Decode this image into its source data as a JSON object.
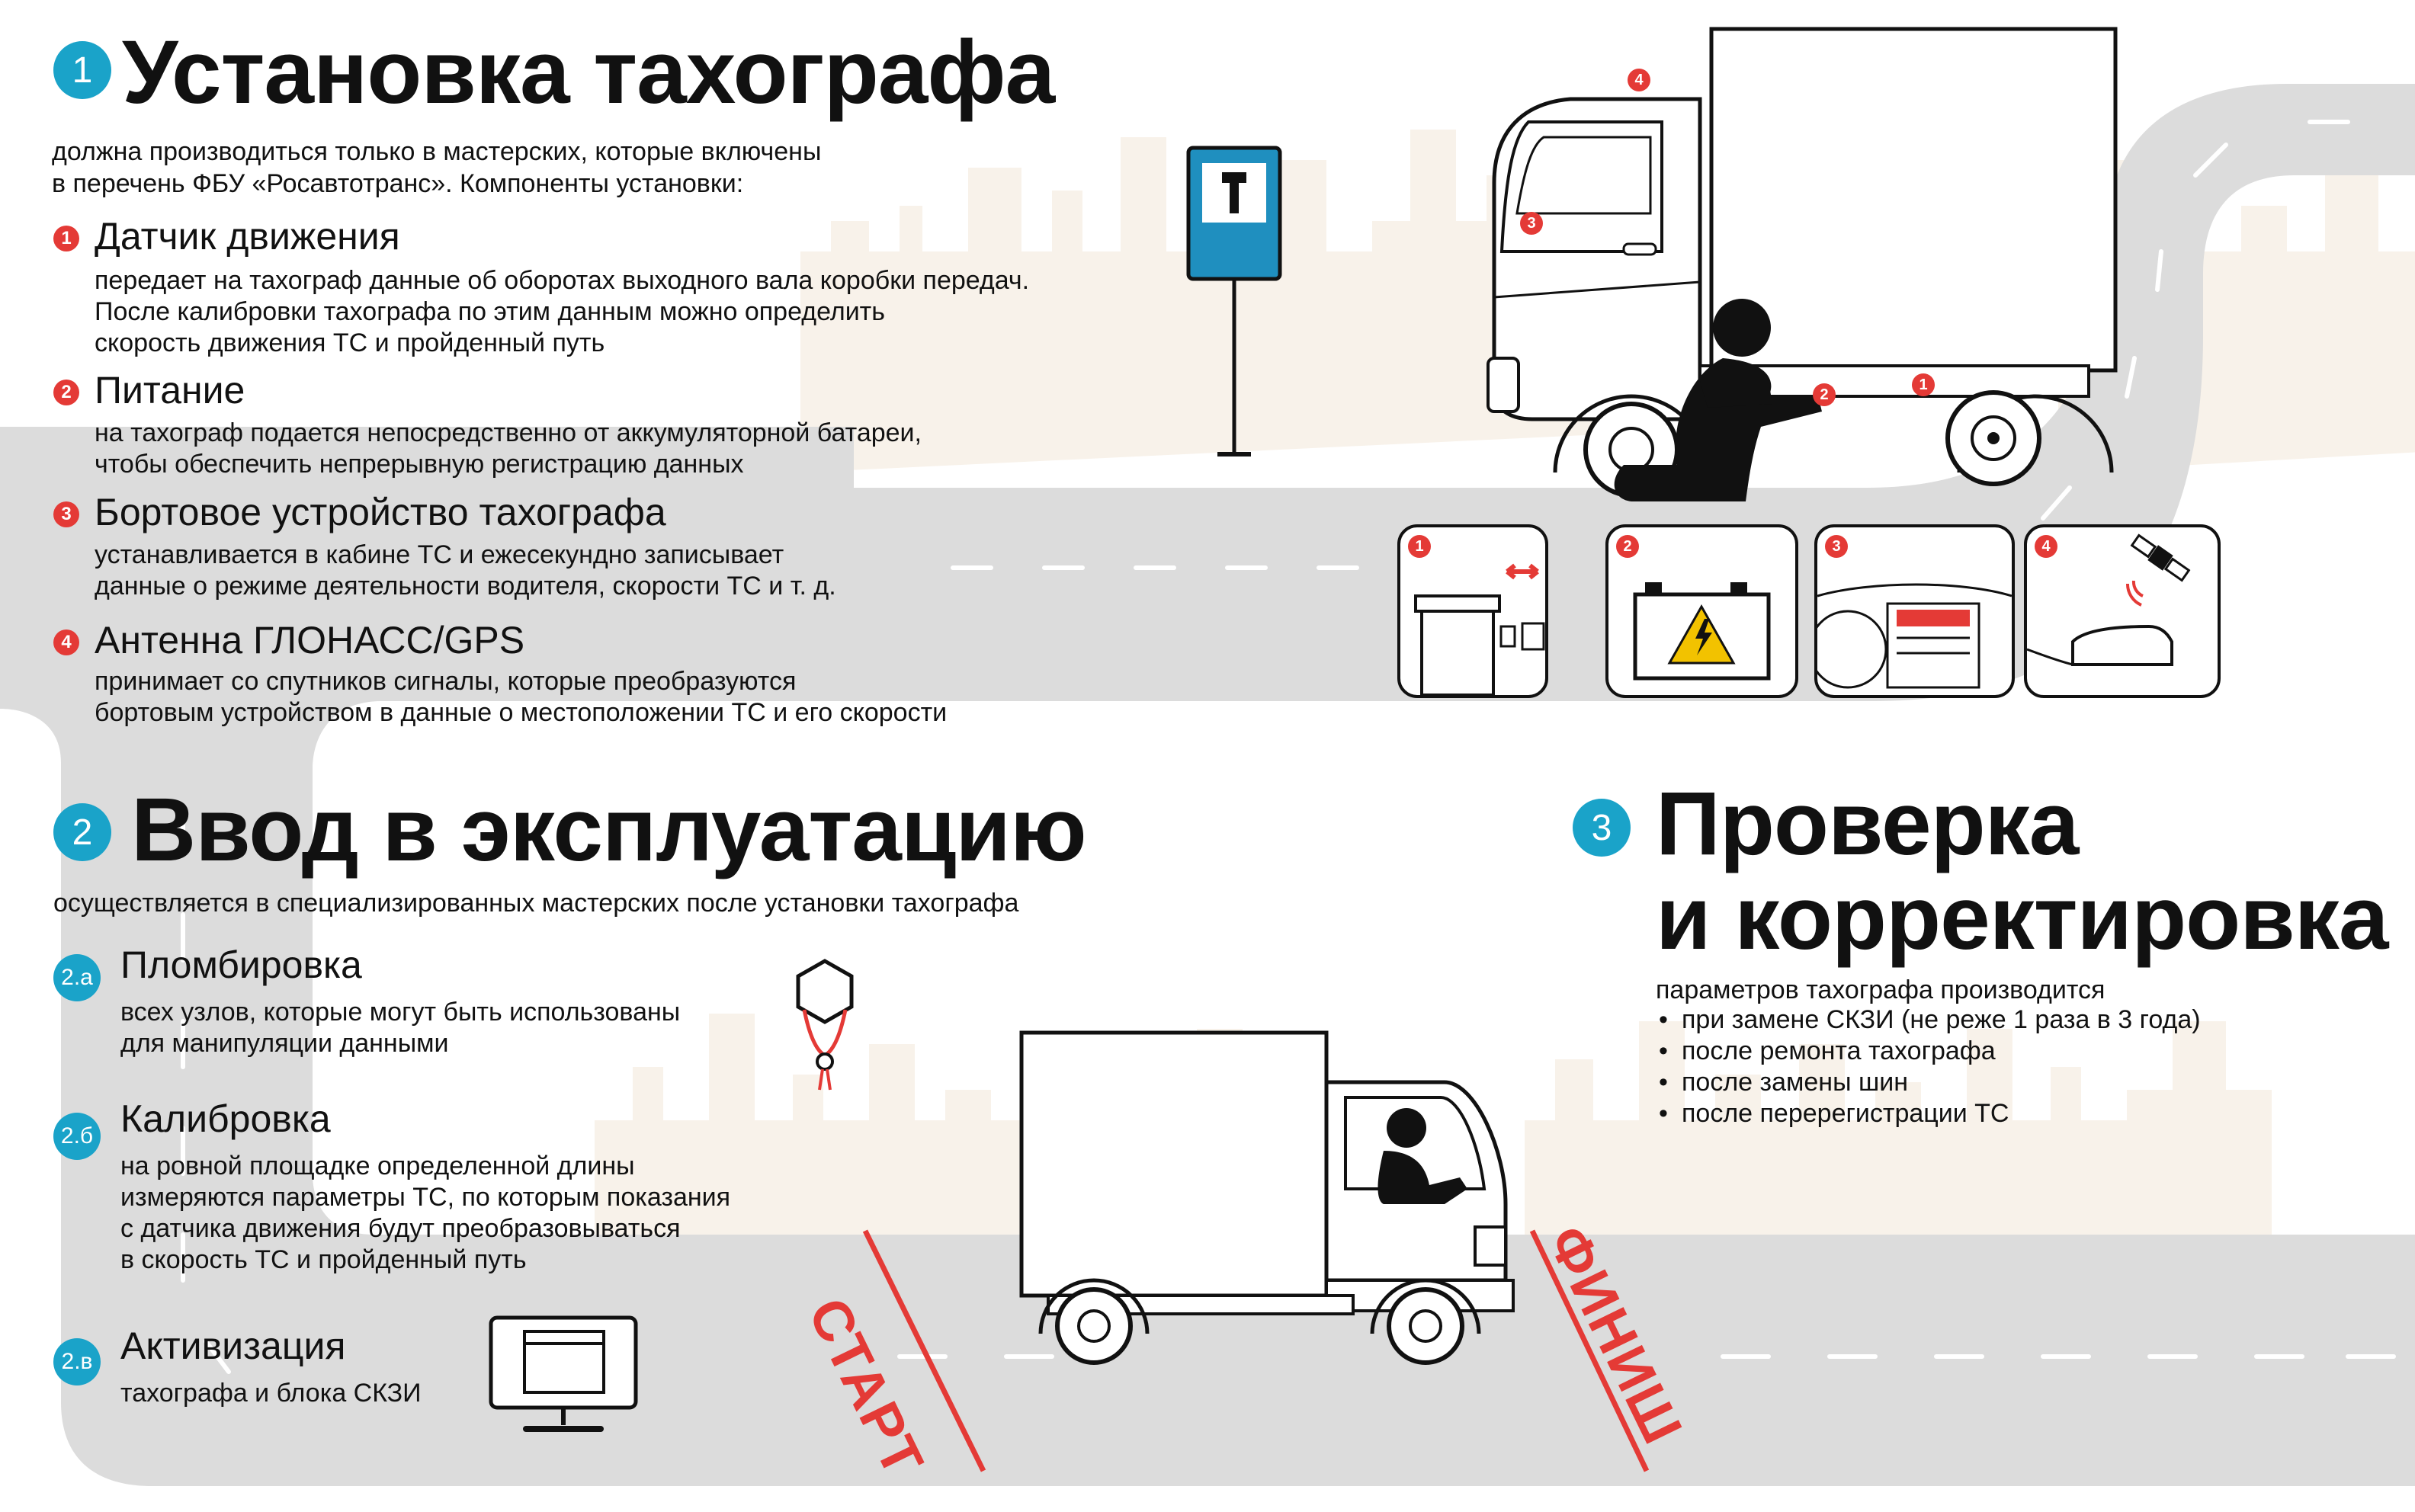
{
  "colors": {
    "accent_teal": "#1aa3c9",
    "accent_red": "#e43a36",
    "road": "#dcdcdc",
    "skyline": "#f8f2ea",
    "sign_blue": "#1f8fbf"
  },
  "section1": {
    "number": "1",
    "title": "Установка тахографа",
    "intro": "должна производиться только в мастерских, которые включены\nв перечень ФБУ «Росавтотранс». Компоненты установки:",
    "items": [
      {
        "number": "1",
        "title": "Датчик движения",
        "text": "передает на тахограф данные об оборотах выходного вала коробки передач.\nПосле калибровки тахографа по этим данным можно определить\nскорость движения ТС и пройденный путь"
      },
      {
        "number": "2",
        "title": "Питание",
        "text": "на тахограф подается непосредственно от аккумуляторной батареи,\nчтобы обеспечить непрерывную регистрацию данных"
      },
      {
        "number": "3",
        "title": "Бортовое устройство тахографа",
        "text": "устанавливается в кабине ТС и ежесекундно записывает\nданные о режиме деятельности водителя, скорости ТС и т. д."
      },
      {
        "number": "4",
        "title": "Антенна ГЛОНАСС/GPS",
        "text": "принимает со спутников сигналы, которые преобразуются\nбортовым устройством в данные о местоположении ТС и его скорости"
      }
    ],
    "truck_markers": [
      "4",
      "3",
      "2",
      "1"
    ],
    "cards": [
      {
        "number": "1",
        "icon": "motion-sensor-icon"
      },
      {
        "number": "2",
        "icon": "battery-icon"
      },
      {
        "number": "3",
        "icon": "dashboard-icon"
      },
      {
        "number": "4",
        "icon": "satellite-antenna-icon"
      }
    ]
  },
  "section2": {
    "number": "2",
    "title": "Ввод в эксплуатацию",
    "intro": "осуществляется в специализированных мастерских после установки тахографа",
    "items": [
      {
        "number": "2.а",
        "title": "Пломбировка",
        "text": "всех узлов, которые могут быть использованы\nдля манипуляции данными",
        "icon": "seal-icon"
      },
      {
        "number": "2.б",
        "title": "Калибровка",
        "text": "на ровной площадке определенной длины\nизмеряются параметры ТС, по которым показания\nс датчика движения будут преобразовываться\nв скорость ТС и пройденный путь"
      },
      {
        "number": "2.в",
        "title": "Активизация",
        "text": "тахографа и блока СКЗИ",
        "icon": "monitor-icon"
      }
    ],
    "start_label": "СТАРТ",
    "finish_label": "ФИНИШ"
  },
  "section3": {
    "number": "3",
    "title_line1": "Проверка",
    "title_line2": "и корректировка",
    "intro": "параметров тахографа производится",
    "bullets": [
      "при замене СКЗИ (не реже 1 раза в 3 года)",
      "после ремонта тахографа",
      "после замены шин",
      "после перерегистрации ТС"
    ]
  }
}
